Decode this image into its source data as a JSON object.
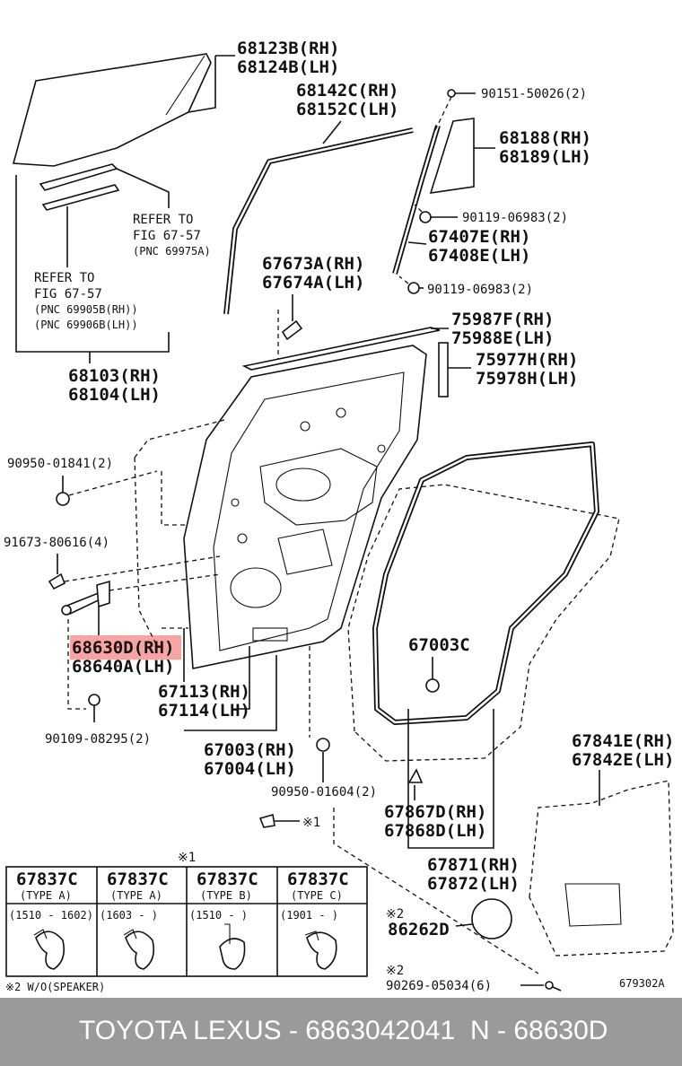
{
  "labels": {
    "p68123b": "68123B(RH)",
    "p68124b": "68124B(LH)",
    "p68142c": "68142C(RH)",
    "p68152c": "68152C(LH)",
    "p9015150026": "90151-50026(2)",
    "p68188": "68188(RH)",
    "p68189": "68189(LH)",
    "p9011906983a": "90119-06983(2)",
    "p67407e": "67407E(RH)",
    "p67408e": "67408E(LH)",
    "p9011906983b": "90119-06983(2)",
    "refer1_line1": "REFER TO",
    "refer1_line2": "FIG 67-57",
    "refer1_line3": "(PNC 69975A)",
    "refer2_line1": "REFER TO",
    "refer2_line2": "FIG 67-57",
    "refer2_line3": "(PNC 69905B(RH))",
    "refer2_line4": "(PNC 69906B(LH))",
    "p67673a": "67673A(RH)",
    "p67674a": "67674A(LH)",
    "p75987f": "75987F(RH)",
    "p75988e": "75988E(LH)",
    "p68103": "68103(RH)",
    "p68104": "68104(LH)",
    "p75977h": "75977H(RH)",
    "p75978h": "75978H(LH)",
    "p9095001841": "90950-01841(2)",
    "p9167380616": "91673-80616(4)",
    "p68630d": "68630D(RH)",
    "p68640a": "68640A(LH)",
    "p67003c": "67003C",
    "p67113": "67113(RH)",
    "p67114": "67114(LH)",
    "p9010908295": "90109-08295(2)",
    "p67003": "67003(RH)",
    "p67004": "67004(LH)",
    "p67841e": "67841E(RH)",
    "p67842e": "67842E(LH)",
    "p9095001604": "90950-01604(2)",
    "p67867d": "67867D(RH)",
    "p67868d": "67868D(LH)",
    "note1_mark": "※1",
    "p67871": "67871(RH)",
    "p67872": "67872(LH)",
    "note2_mark_a": "※2",
    "p86262d": "86262D",
    "note2_mark_b": "※2",
    "p9026905034": "90269-05034(6)",
    "figure_code": "679302A",
    "footnote": "※2 W/O(SPEAKER)"
  },
  "clip_table": {
    "marker": "※1",
    "columns": [
      {
        "part": "67837C",
        "type": "(TYPE A)",
        "range": "(1510 - 1602)"
      },
      {
        "part": "67837C",
        "type": "(TYPE A)",
        "range": "(1603 -      )"
      },
      {
        "part": "67837C",
        "type": "(TYPE B)",
        "range": "(1510 -      )"
      },
      {
        "part": "67837C",
        "type": "(TYPE C)",
        "range": "(1901 -      )"
      }
    ]
  },
  "footer": {
    "left": "TOYOTA LEXUS - 6863042041",
    "right": "N - 68630D"
  },
  "highlight_color": "#f05a5a"
}
